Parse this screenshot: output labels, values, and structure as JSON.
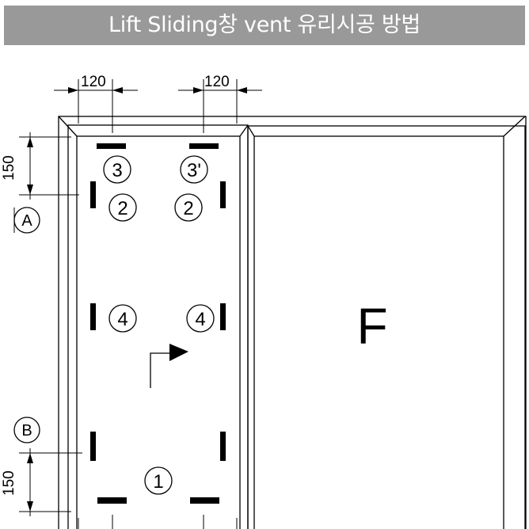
{
  "title": "Lift Sliding창 vent 유리시공 방법",
  "dimensions": {
    "top_left": "120",
    "top_right": "120",
    "left_top": "150",
    "left_bottom": "150"
  },
  "section_labels": {
    "a": "A",
    "b": "B"
  },
  "fixed_panel_label": "F",
  "blocks": {
    "n1": "1",
    "n2_left": "2",
    "n2_right": "2",
    "n3": "3",
    "n3_prime": "3'",
    "n4_left": "4",
    "n4_right": "4"
  }
}
